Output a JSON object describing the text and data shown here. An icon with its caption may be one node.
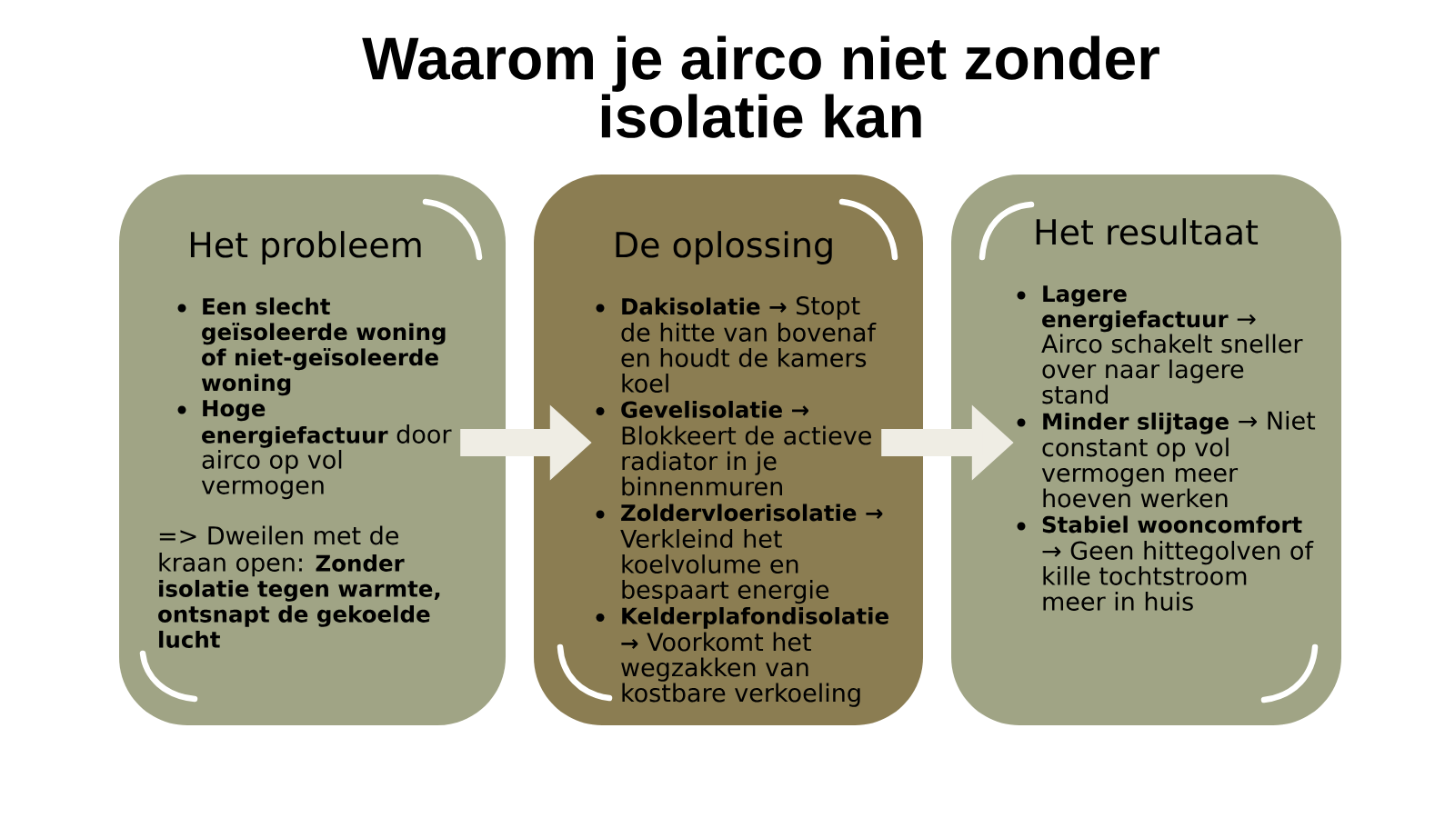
{
  "diagram": {
    "title": "Waarom je airco niet zonder isolatie kan",
    "nodes": [
      {
        "text": [
          "Het probleem",
          "Een slecht geïsoleerde woning of niet-geïsoleerde woning",
          "**Hoge energiefactuur** door airco op vol vermogen",
          "=> Dweilen met de kraan open: **Zonder isolatie tegen warmte, ontsnapt de gekoelde lucht**"
        ]
      },
      {
        "text": [
          "De oplossing",
          "**Dakisolatie →** Stopt de hitte van bovenaf en houdt de kamers koel",
          "**Gevelisolatie →** Blokkeert de actieve radiator in je binnenmuren",
          "**Zoldervloerisolatie →** Verkleind het koelvolume en bespaart energie",
          "**Kelderplafondisolatie →** Voorkomt het wegzakken van kostbare verkoeling"
        ]
      },
      {
        "text": [
          "Het resultaat",
          "**Lagere energiefactuur** → Airco schakelt sneller over naar lagere stand",
          "**Minder slijtage** → Niet constant op vol vermogen meer hoeven werken",
          "**Stabiel wooncomfort** → Geen hittegolven of kille tochtstroom meer in huis"
        ]
      }
    ],
    "edges": [
      {
        "from": 0,
        "to": 1,
        "arrow": "to"
      },
      {
        "from": 1,
        "to": 2,
        "arrow": "to"
      }
    ]
  }
}
